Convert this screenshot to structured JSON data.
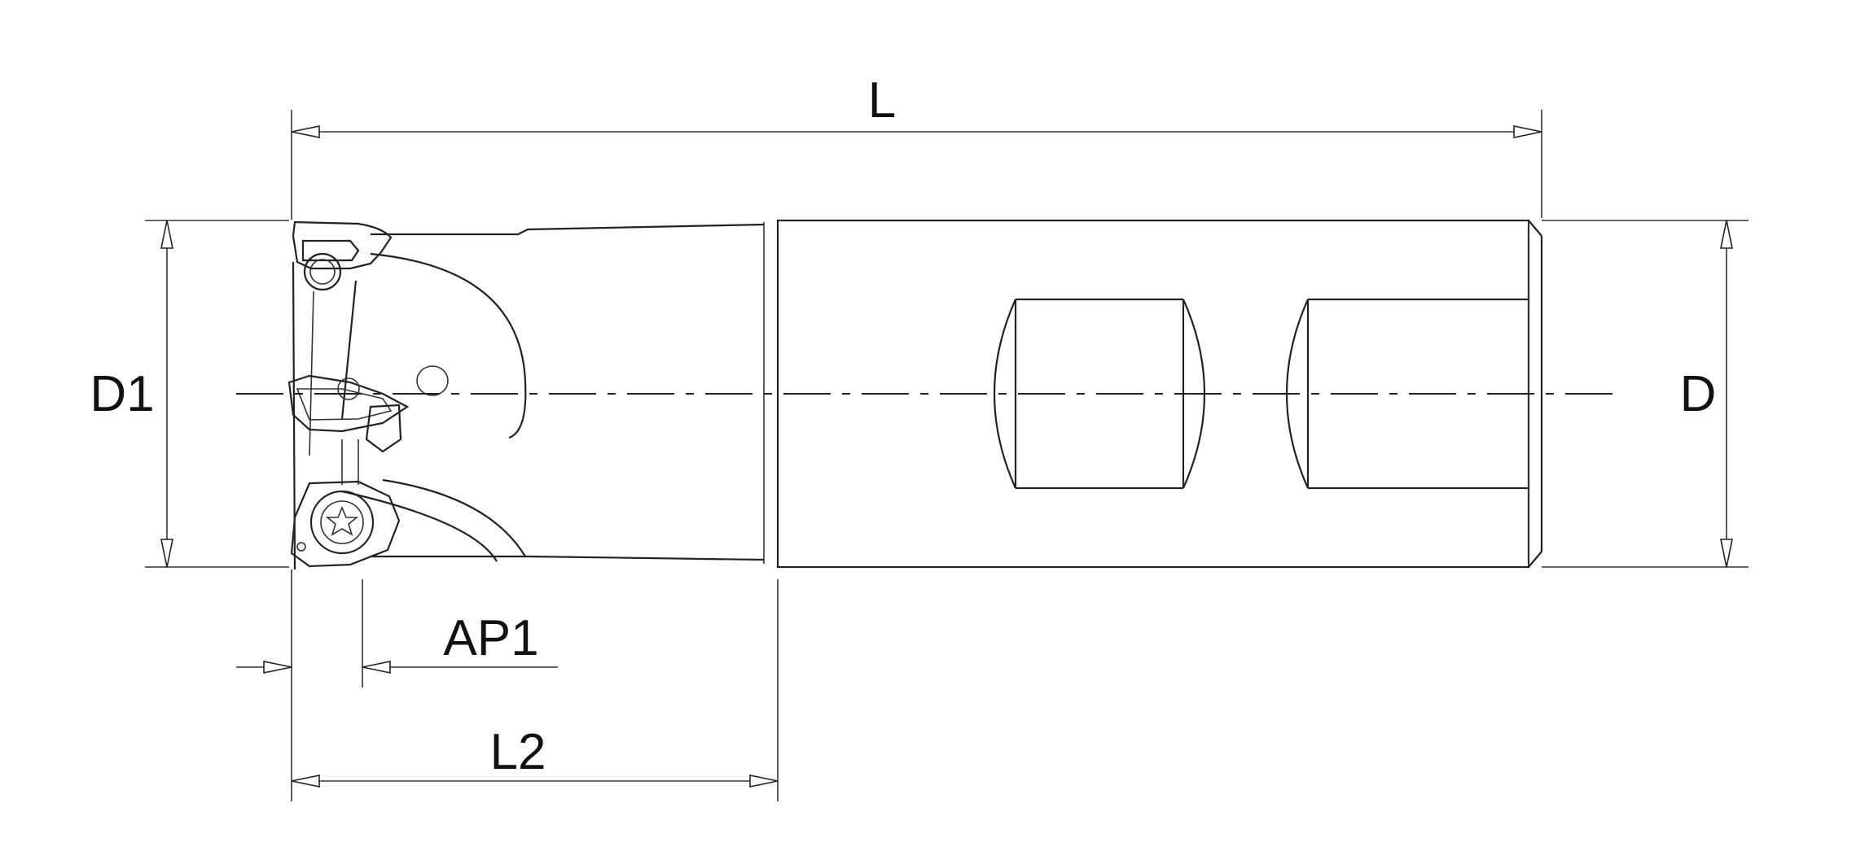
{
  "labels": {
    "L": "L",
    "D": "D",
    "D1": "D1",
    "AP1": "AP1",
    "L2": "L2"
  }
}
